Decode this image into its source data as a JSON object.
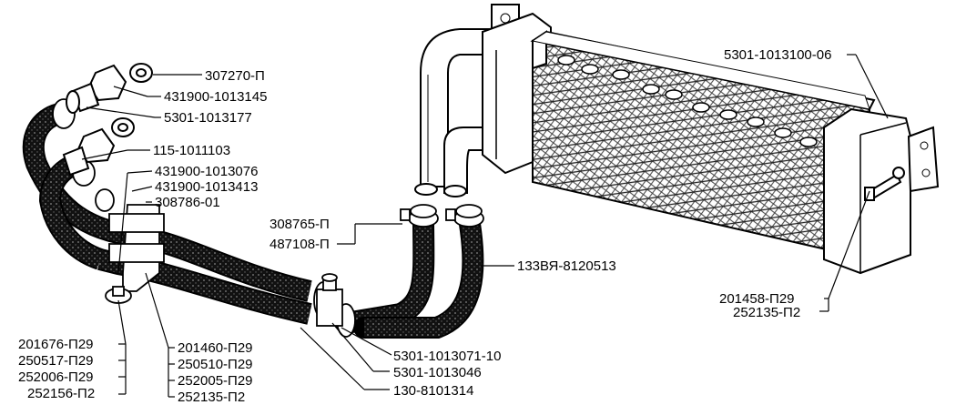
{
  "callouts": {
    "c307270": "307270-П",
    "c431900_1013145": "431900-1013145",
    "c5301_1013177": "5301-1013177",
    "c115_1011103": "115-1011103",
    "c431900_1013076": "431900-1013076",
    "c431900_1013413": "431900-1013413",
    "c308786_01": "308786-01",
    "c308765": "308765-П",
    "c487108": "487108-П",
    "c133": "133ВЯ-8120513",
    "c5301_1013100_06": "5301-1013100-06",
    "c201458": "201458-П29",
    "c252135_right": "252135-П2",
    "c201676": "201676-П29",
    "c250517": "250517-П29",
    "c252006": "252006-П29",
    "c252156": "252156-П2",
    "c201460": "201460-П29",
    "c250510": "250510-П29",
    "c252005": "252005-П29",
    "c252135_bottom": "252135-П2",
    "c5301_1013071_10": "5301-1013071-10",
    "c5301_1013046": "5301-1013046",
    "c130_8101314": "130-8101314"
  },
  "icons": [
    "oil-cooler-radiator",
    "hose",
    "hose-clamp",
    "union-fitting",
    "washer",
    "bracket",
    "bolt"
  ],
  "colors": {
    "ink": "#000000",
    "paper": "#ffffff",
    "hatch": "#555555"
  }
}
